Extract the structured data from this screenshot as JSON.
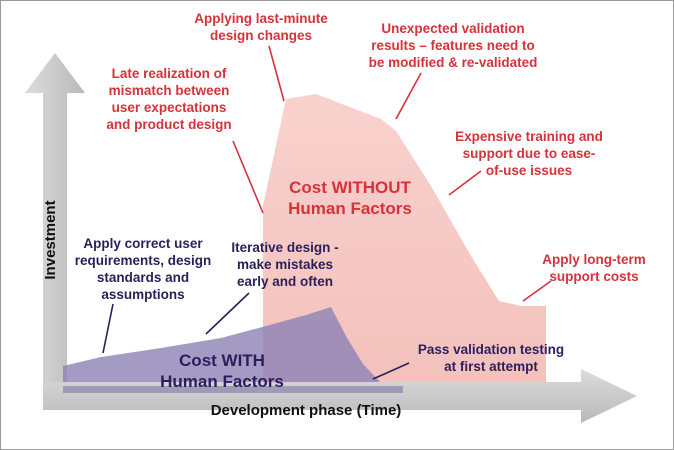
{
  "axes": {
    "x_label": "Development phase (Time)",
    "y_label": "Investment"
  },
  "regions": {
    "without": "Cost WITHOUT\nHuman Factors",
    "with": "Cost WITH\nHuman Factors"
  },
  "annotations": {
    "last_minute": "Applying last-minute\ndesign changes",
    "unexpected_validation": "Unexpected validation\nresults – features need to\nbe modified & re-validated",
    "late_realization": "Late realization of\nmismatch between\nuser expectations\nand product design",
    "expensive_training": "Expensive training and\nsupport due to ease-\nof-use issues",
    "long_term": "Apply long-term\nsupport costs",
    "apply_correct": "Apply correct user\nrequirements, design\nstandards and\nassumptions",
    "iterative": "Iterative design -\nmake mistakes\nearly and often",
    "pass_validation": "Pass validation testing\nat first attempt"
  },
  "colors": {
    "red_text": "#d5323a",
    "navy_text": "#2b1e5c",
    "pink_area": "#f6c6c2",
    "purple_area": "#8d82b7",
    "axis_gray": "#c8c8c8"
  }
}
